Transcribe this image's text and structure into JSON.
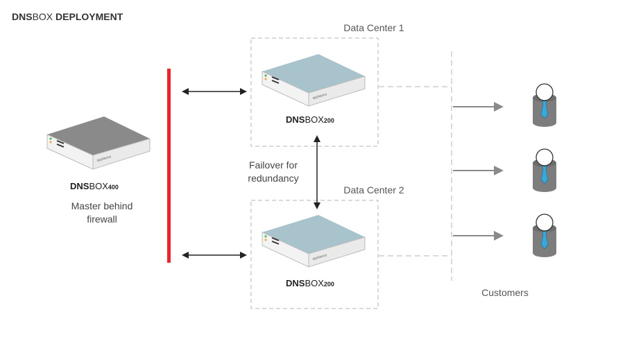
{
  "title": {
    "bold": "DNS",
    "regular": "BOX",
    "bold_suffix": " DEPLOYMENT"
  },
  "master": {
    "brand_bold": "DNS",
    "brand_regular": "BOX",
    "model": "400",
    "caption_line1": "Master behind",
    "caption_line2": "firewall",
    "device_logo": "appliance"
  },
  "data_center_1": {
    "label": "Data Center 1",
    "brand_bold": "DNS",
    "brand_regular": "BOX",
    "model": "200",
    "device_logo": "appliance"
  },
  "data_center_2": {
    "label": "Data Center 2",
    "brand_bold": "DNS",
    "brand_regular": "BOX",
    "model": "200",
    "device_logo": "appliance"
  },
  "failover": {
    "line1": "Failover for",
    "line2": "redundancy"
  },
  "customers": {
    "label": "Customers",
    "count": 3,
    "icon": "user-with-tie-icon"
  },
  "colors": {
    "firewall": "#e8262b",
    "master_device": "#8e8e8e",
    "dc_device": "#a9c3cc",
    "connector_dark": "#222222",
    "connector_gray": "#8a8a8a",
    "tie": "#3aa7d9",
    "body": "#7d7d7d"
  }
}
